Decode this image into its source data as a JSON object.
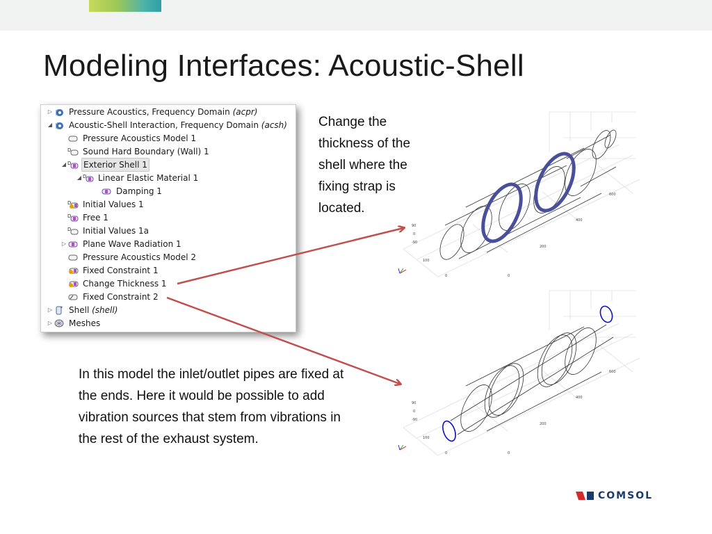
{
  "slide": {
    "title": "Modeling Interfaces: Acoustic-Shell"
  },
  "tree": {
    "items": [
      {
        "label": "Pressure Acoustics, Frequency Domain",
        "tag": "(acpr)",
        "level": 0,
        "toggle": "collapsed",
        "icon": "physics-acoustics-icon"
      },
      {
        "label": "Acoustic-Shell Interaction, Frequency Domain",
        "tag": "(acsh)",
        "level": 0,
        "toggle": "expanded",
        "icon": "physics-acoustics-icon"
      },
      {
        "label": "Pressure Acoustics Model 1",
        "tag": "",
        "level": 1,
        "toggle": "none",
        "icon": "domain-node-icon"
      },
      {
        "label": "Sound Hard Boundary (Wall) 1",
        "tag": "",
        "level": 1,
        "toggle": "none",
        "icon": "boundary-node-icon"
      },
      {
        "label": "Exterior Shell 1",
        "tag": "",
        "level": 1,
        "toggle": "expanded",
        "icon": "boundary-node-icon",
        "selected": true
      },
      {
        "label": "Linear Elastic Material 1",
        "tag": "",
        "level": 2,
        "toggle": "expanded",
        "icon": "boundary-node-icon"
      },
      {
        "label": "Damping 1",
        "tag": "",
        "level": 3,
        "toggle": "none",
        "icon": "boundary-node-icon"
      },
      {
        "label": "Initial Values 1",
        "tag": "",
        "level": 1,
        "toggle": "none",
        "icon": "initial-values-icon"
      },
      {
        "label": "Free 1",
        "tag": "",
        "level": 1,
        "toggle": "none",
        "icon": "boundary-node-icon"
      },
      {
        "label": "Initial Values 1a",
        "tag": "",
        "level": 1,
        "toggle": "none",
        "icon": "domain-node-icon"
      },
      {
        "label": "Plane Wave Radiation 1",
        "tag": "",
        "level": 1,
        "toggle": "collapsed",
        "icon": "boundary-node-icon"
      },
      {
        "label": "Pressure Acoustics Model 2",
        "tag": "",
        "level": 1,
        "toggle": "none",
        "icon": "domain-node-icon"
      },
      {
        "label": "Fixed Constraint 1",
        "tag": "",
        "level": 1,
        "toggle": "none",
        "icon": "constraint-node-icon"
      },
      {
        "label": "Change Thickness 1",
        "tag": "",
        "level": 1,
        "toggle": "none",
        "icon": "constraint-node-icon"
      },
      {
        "label": "Fixed Constraint 2",
        "tag": "",
        "level": 1,
        "toggle": "none",
        "icon": "edge-node-icon"
      },
      {
        "label": "Shell",
        "tag": "(shell)",
        "level": 0,
        "toggle": "collapsed",
        "icon": "physics-shell-icon"
      },
      {
        "label": "Meshes",
        "tag": "",
        "level": 0,
        "toggle": "collapsed",
        "icon": "mesh-icon"
      }
    ]
  },
  "callouts": {
    "top": "Change the thickness of the shell where the fixing strap is located.",
    "bottom": "In this model the inlet/outlet pipes are fixed at the ends. Here it would be possible to add vibration sources that stem from vibrations in the rest of the exhaust system."
  },
  "plots": {
    "top_ticks": [
      "90",
      "0",
      "-90",
      "100",
      "0",
      "0",
      "200",
      "400",
      "600"
    ],
    "bottom_ticks": [
      "90",
      "0",
      "-90",
      "100",
      "0",
      "0",
      "200",
      "400",
      "600"
    ],
    "highlight_color": "#4a4f9a",
    "edge_color": "#1010c0"
  },
  "arrows": {
    "color": "#c0504d"
  },
  "brand": {
    "name": "COMSOL",
    "color": "#1a3a6e",
    "accent": "#d62b2b"
  }
}
